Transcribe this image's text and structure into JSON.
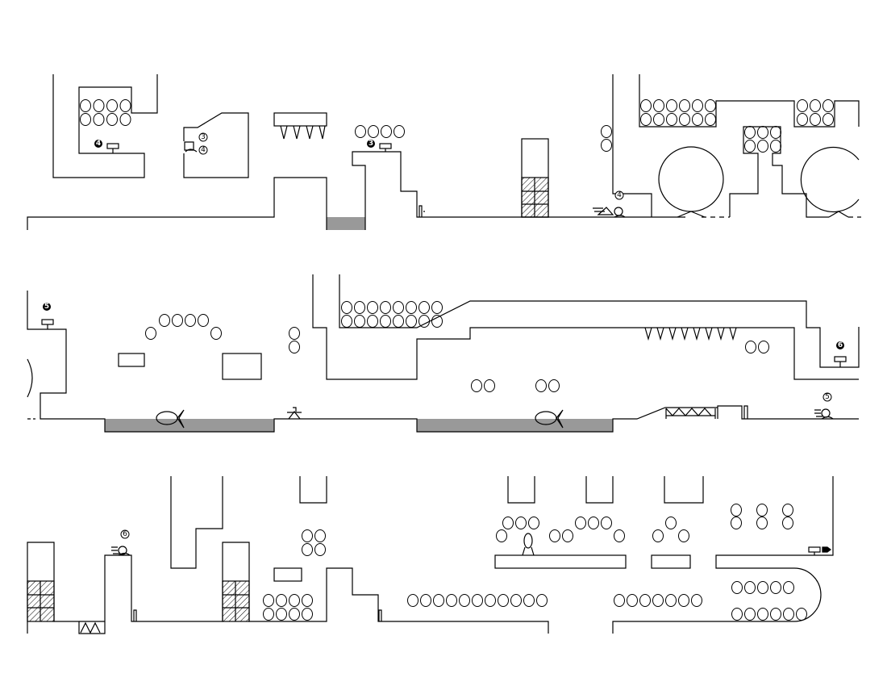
{
  "title": "Level layout map",
  "colors": {
    "line": "#000000",
    "water": "#999999",
    "background": "#ffffff"
  },
  "markers": [
    {
      "id": "m1",
      "text": "4",
      "style": "filled"
    },
    {
      "id": "m2",
      "text": "3",
      "style": "outline"
    },
    {
      "id": "m3",
      "text": "4",
      "style": "outline"
    },
    {
      "id": "m4",
      "text": "3",
      "style": "filled"
    },
    {
      "id": "m5",
      "text": "4",
      "style": "outline"
    },
    {
      "id": "m6",
      "text": "5",
      "style": "filled"
    },
    {
      "id": "m7",
      "text": "6",
      "style": "filled"
    },
    {
      "id": "m8",
      "text": "5",
      "style": "outline"
    },
    {
      "id": "m9",
      "text": "6",
      "style": "outline"
    }
  ]
}
